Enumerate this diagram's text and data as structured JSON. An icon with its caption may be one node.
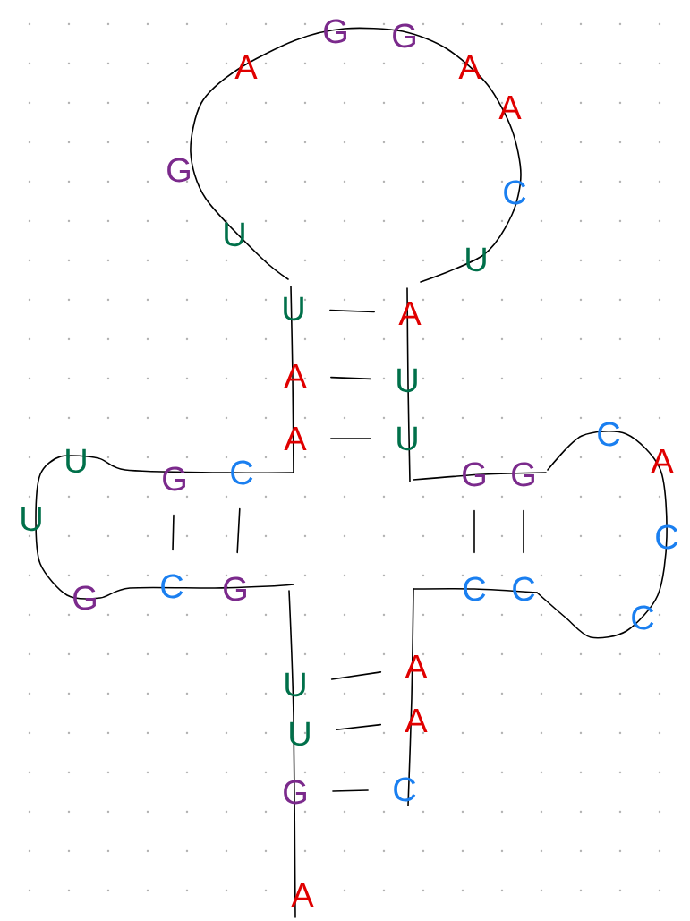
{
  "diagram": {
    "nodes": [
      {
        "text": [
          "G"
        ]
      },
      {
        "text": [
          "G"
        ]
      },
      {
        "text": [
          "A"
        ]
      },
      {
        "text": [
          "A"
        ]
      },
      {
        "text": [
          "A"
        ]
      },
      {
        "text": [
          "G"
        ]
      },
      {
        "text": [
          "C"
        ]
      },
      {
        "text": [
          "U"
        ]
      },
      {
        "text": [
          "U"
        ]
      },
      {
        "text": [
          "U"
        ]
      },
      {
        "text": [
          "A"
        ]
      },
      {
        "text": [
          "A"
        ]
      },
      {
        "text": [
          "U"
        ]
      },
      {
        "text": [
          "C"
        ]
      },
      {
        "text": [
          "A"
        ]
      },
      {
        "text": [
          "U"
        ]
      },
      {
        "text": [
          "U"
        ]
      },
      {
        "text": [
          "A"
        ]
      },
      {
        "text": [
          "G"
        ]
      },
      {
        "text": [
          "C"
        ]
      },
      {
        "text": [
          "G"
        ]
      },
      {
        "text": [
          "G"
        ]
      },
      {
        "text": [
          "U"
        ]
      },
      {
        "text": [
          "C"
        ]
      },
      {
        "text": [
          "C"
        ]
      },
      {
        "text": [
          "G"
        ]
      },
      {
        "text": [
          "C"
        ]
      },
      {
        "text": [
          "C"
        ]
      },
      {
        "text": [
          "G"
        ]
      },
      {
        "text": [
          "C"
        ]
      },
      {
        "text": [
          "A"
        ]
      },
      {
        "text": [
          "U"
        ]
      },
      {
        "text": [
          "A"
        ]
      },
      {
        "text": [
          "U"
        ]
      },
      {
        "text": [
          "C"
        ]
      },
      {
        "text": [
          "G"
        ]
      },
      {
        "text": [
          "A"
        ]
      }
    ],
    "edges": [
      {
        "from": 9,
        "to": 10,
        "arrow": "none"
      },
      {
        "from": 11,
        "to": 12,
        "arrow": "none"
      },
      {
        "from": 14,
        "to": 15,
        "arrow": "none"
      },
      {
        "from": 18,
        "to": 24,
        "arrow": "none"
      },
      {
        "from": 19,
        "to": 25,
        "arrow": "none"
      },
      {
        "from": 20,
        "to": 26,
        "arrow": "none"
      },
      {
        "from": 21,
        "to": 27,
        "arrow": "none"
      },
      {
        "from": 31,
        "to": 30,
        "arrow": "none"
      },
      {
        "from": 33,
        "to": 32,
        "arrow": "none"
      },
      {
        "from": 35,
        "to": 34,
        "arrow": "none"
      }
    ]
  }
}
